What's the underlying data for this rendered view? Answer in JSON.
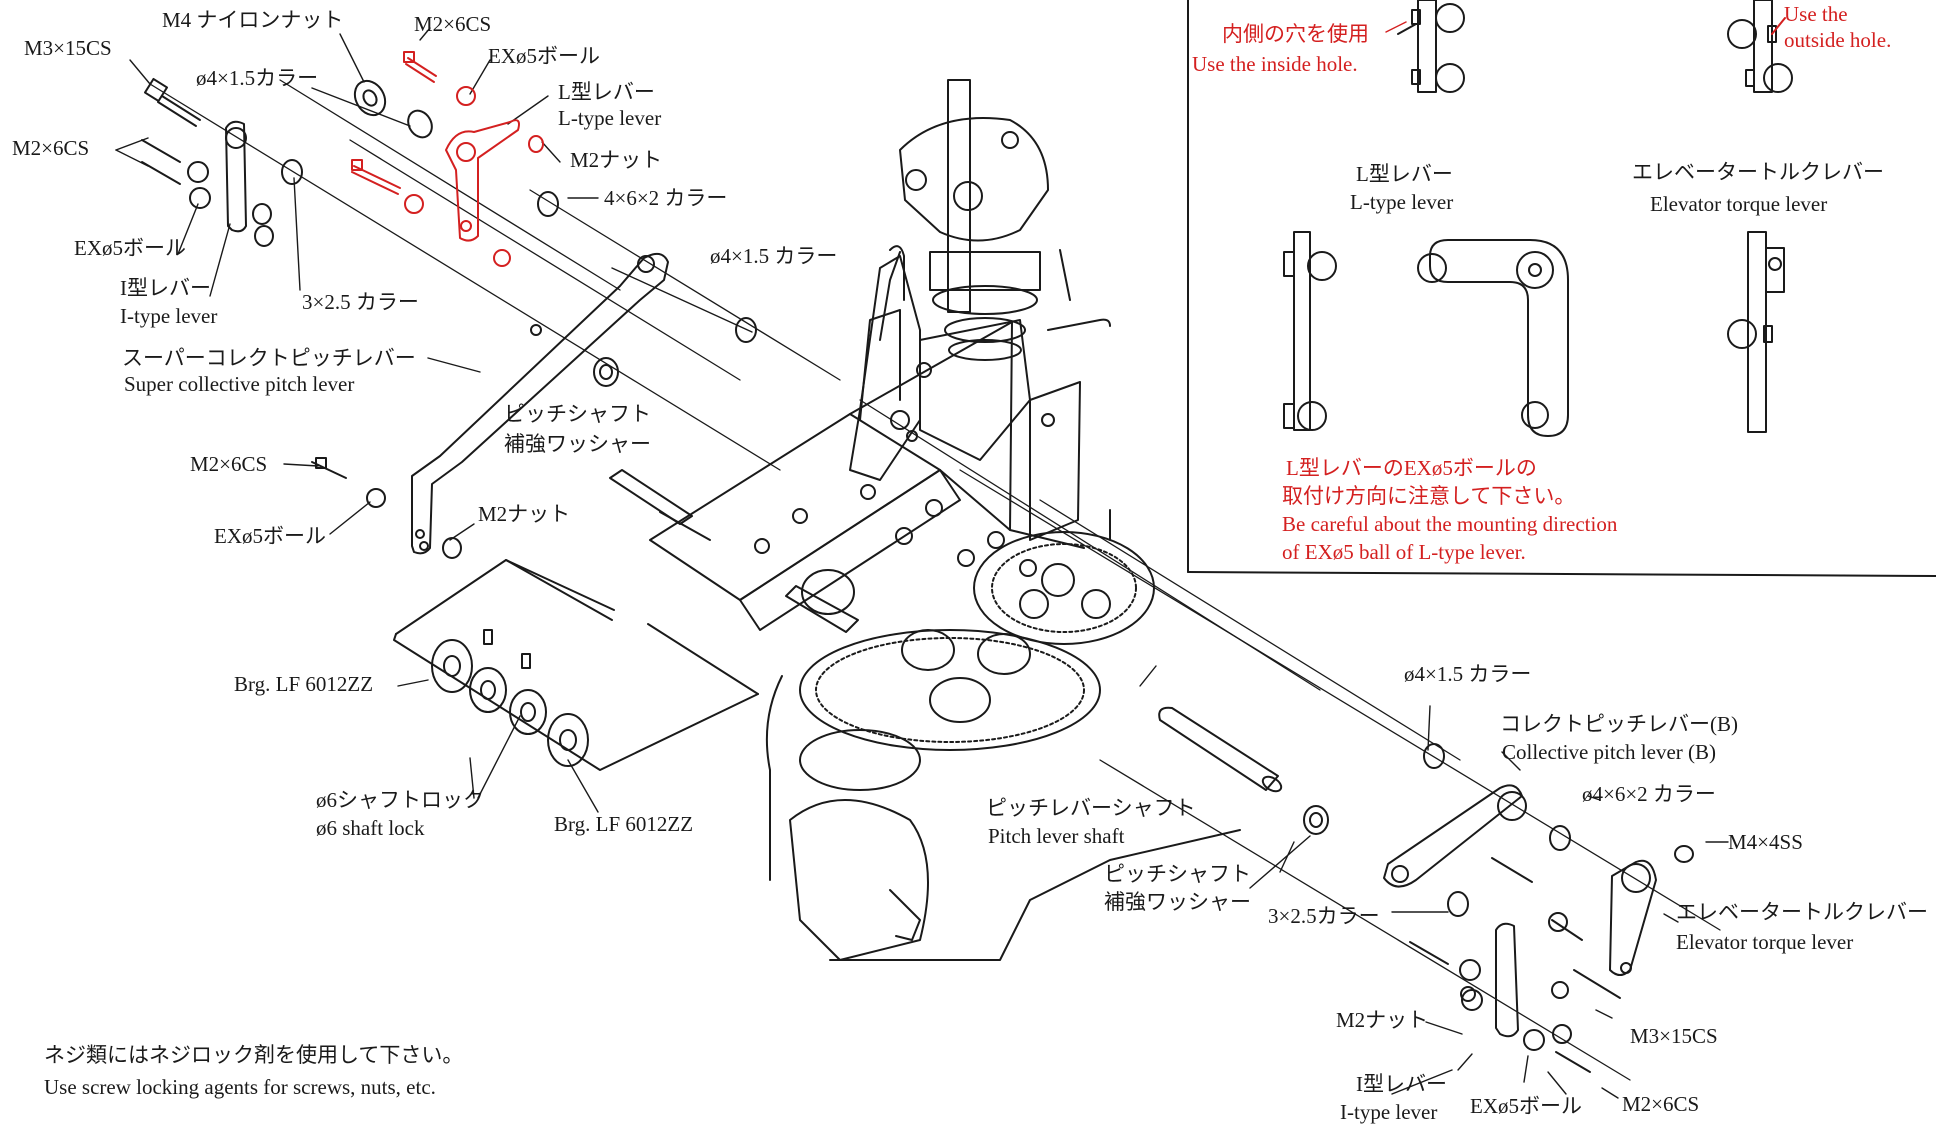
{
  "colors": {
    "ink": "#1a1a1a",
    "highlight": "#d42020",
    "paper": "#ffffff"
  },
  "labels": {
    "m3x15cs_top": "M3×15CS",
    "m4_nylon_nut": "M4 ナイロンナット",
    "m2x6cs_top_red": "M2×6CS",
    "ex5_ball_top": "EXø5ボール",
    "phi4x15_collar_top": "ø4×1.5カラー",
    "l_type_lever_jp": "L型レバー",
    "l_type_lever_en": "L-type lever",
    "m2_nut_top": "M2ナット",
    "m2x6cs_left": "M2×6CS",
    "collar_4x6x2_top": "4×6×2 カラー",
    "ex5_ball_left": "EXø5ボール",
    "i_type_lever_jp": "I型レバー",
    "i_type_lever_en": "I-type lever",
    "collar_3x25_top": "3×2.5 カラー",
    "phi4x15_collar_mid": "ø4×1.5 カラー",
    "super_cpl_jp": "スーパーコレクトピッチレバー",
    "super_cpl_en": "Super collective pitch lever",
    "pitch_washer_jp1": "ピッチシャフト",
    "pitch_washer_jp2": "補強ワッシャー",
    "m2x6cs_mid": "M2×6CS",
    "ex5_ball_mid": "EXø5ボール",
    "m2_nut_mid": "M2ナット",
    "brg_top": "Brg. LF 6012ZZ",
    "shaft_lock_jp": "ø6シャフトロック",
    "shaft_lock_en": "ø6 shaft lock",
    "brg_bottom": "Brg. LF 6012ZZ",
    "pitch_lever_shaft_jp": "ピッチレバーシャフト",
    "pitch_lever_shaft_en": "Pitch lever shaft",
    "pitch_washer2_jp1": "ピッチシャフト",
    "pitch_washer2_jp2": "補強ワッシャー",
    "collar_3x25_bottom": "3×2.5カラー",
    "phi4x15_collar_bottom": "ø4×1.5 カラー",
    "cpl_b_jp": "コレクトピッチレバー(B)",
    "cpl_b_en": "Collective pitch lever (B)",
    "collar_phi4x6x2": "ø4×6×2 カラー",
    "m4x4ss": "M4×4SS",
    "elev_torque_jp": "エレベータートルクレバー",
    "elev_torque_en": "Elevator torque lever",
    "m2_nut_bottom": "M2ナット",
    "m3x15cs_bottom": "M3×15CS",
    "i_type_lever_bottom_jp": "I型レバー",
    "i_type_lever_bottom_en": "I-type lever",
    "ex5_ball_bottom": "EXø5ボール",
    "m2x6cs_bottom": "M2×6CS"
  },
  "inset": {
    "inside_hole_jp": "内側の穴を使用",
    "inside_hole_en": "Use the inside hole.",
    "outside_hole_en1": "Use the",
    "outside_hole_en2": "outside hole.",
    "l_type_jp": "L型レバー",
    "l_type_en": "L-type lever",
    "elev_jp": "エレベータートルクレバー",
    "elev_en": "Elevator torque lever",
    "caution_jp1": "L型レバーのEXø5ボールの",
    "caution_jp2": "取付け方向に注意して下さい。",
    "caution_en1": "Be careful about the mounting direction",
    "caution_en2": "of EXø5 ball of L-type lever."
  },
  "footnote": {
    "jp": "ネジ類にはネジロック剤を使用して下さい。",
    "en": "Use screw locking agents for screws, nuts, etc."
  }
}
